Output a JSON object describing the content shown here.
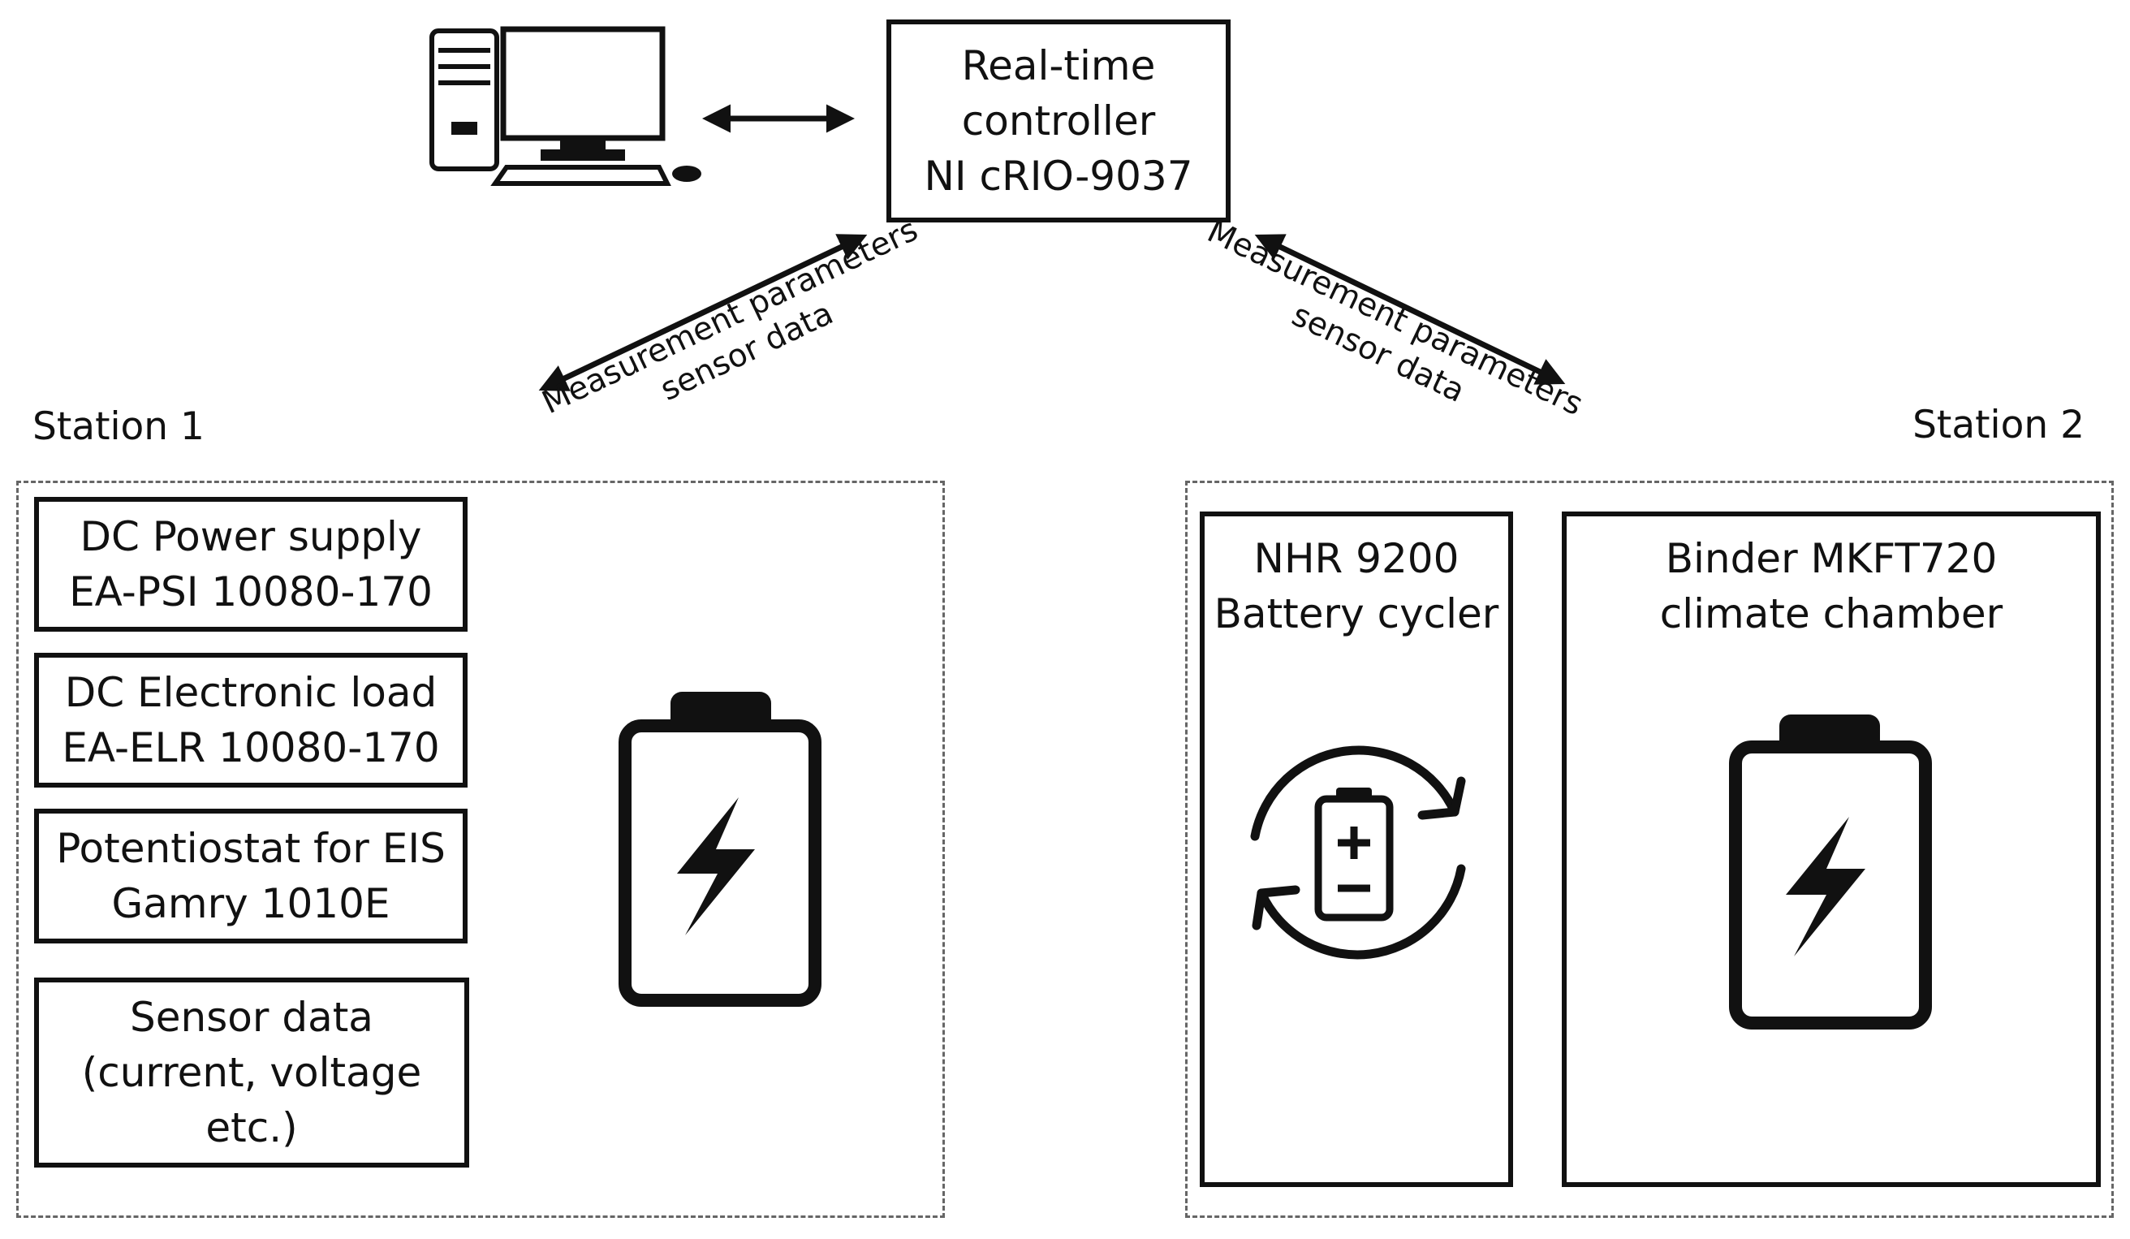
{
  "controller": {
    "line1": "Real-time",
    "line2": "controller",
    "line3": "NI cRIO-9037"
  },
  "links": {
    "left": {
      "line1": "Measurement parameters",
      "line2": "sensor data"
    },
    "right": {
      "line1": "Measurement parameters",
      "line2": "sensor data"
    }
  },
  "station1": {
    "label": "Station 1",
    "devices": [
      {
        "line1": "DC Power supply",
        "line2": "EA-PSI 10080-170"
      },
      {
        "line1": "DC Electronic load",
        "line2": "EA-ELR 10080-170"
      },
      {
        "line1": "Potentiostat for EIS",
        "line2": "Gamry 1010E"
      },
      {
        "line1": "Sensor data",
        "line2": "(current, voltage",
        "line3": "etc.)"
      }
    ]
  },
  "station2": {
    "label": "Station 2",
    "cycler": {
      "line1": "NHR 9200",
      "line2": "Battery cycler"
    },
    "chamber": {
      "line1": "Binder MKFT720",
      "line2": "climate chamber"
    }
  },
  "icons": {
    "computer": "desktop-computer-icon",
    "battery": "battery-charging-icon",
    "cycler": "battery-cycle-icon"
  },
  "colors": {
    "stroke": "#111111",
    "dashed": "#666666",
    "background": "#ffffff"
  }
}
